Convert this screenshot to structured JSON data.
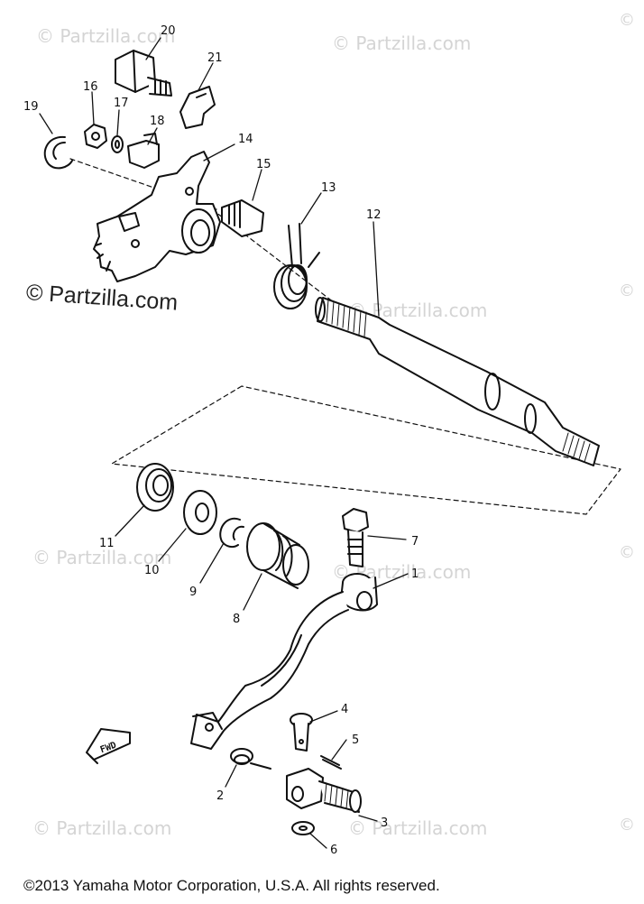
{
  "watermarks": {
    "small_text": "© Partzilla.com",
    "large_text": "© Partzilla.com",
    "corner_mark": "©"
  },
  "copyright": "©2013  Yamaha Motor Corporation, U.S.A. All rights reserved.",
  "fwd_label": "FWD",
  "callouts": {
    "c1": "1",
    "c2": "2",
    "c3": "3",
    "c4": "4",
    "c5": "5",
    "c6": "6",
    "c7": "7",
    "c8": "8",
    "c9": "9",
    "c10": "10",
    "c11": "11",
    "c12": "12",
    "c13": "13",
    "c14": "14",
    "c15": "15",
    "c16": "16",
    "c17": "17",
    "c18": "18",
    "c19": "19",
    "c20": "20",
    "c21": "21"
  }
}
